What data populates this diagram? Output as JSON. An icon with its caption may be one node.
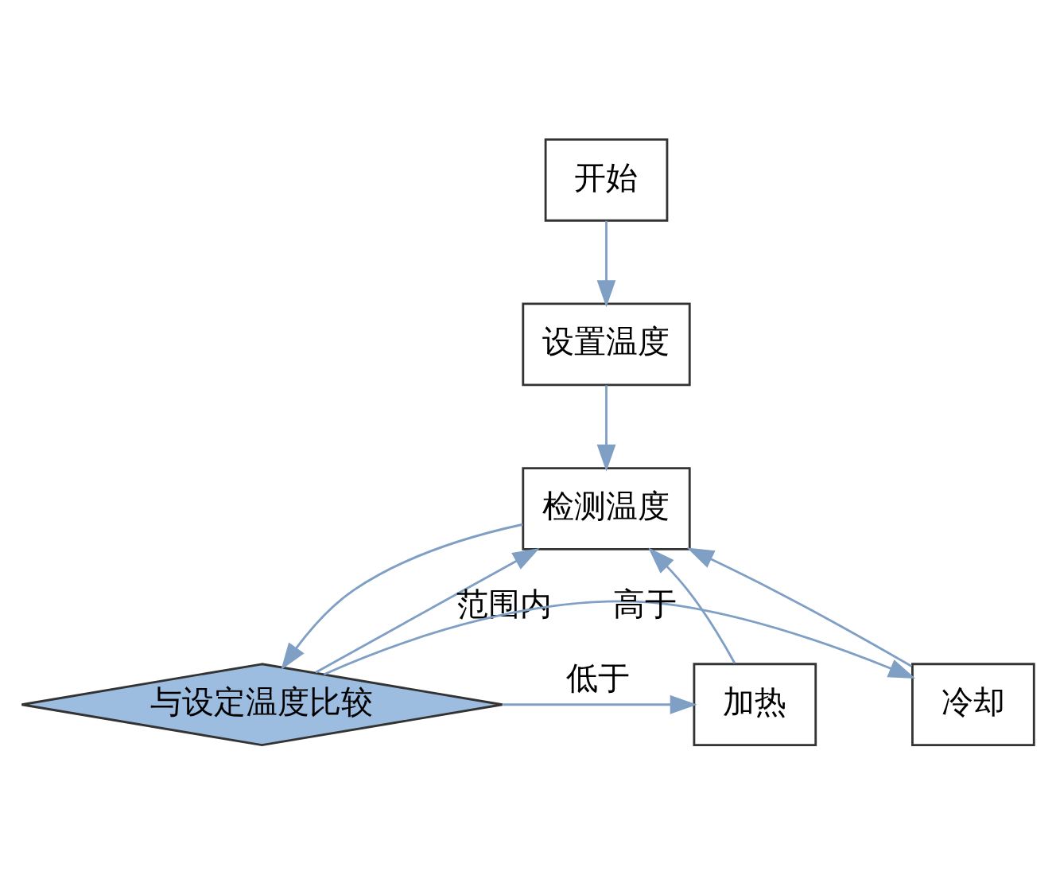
{
  "diagram": {
    "nodes": [
      {
        "text": [
          "开始"
        ]
      },
      {
        "text": [
          "设置温度"
        ]
      },
      {
        "text": [
          "检测温度"
        ]
      },
      {
        "text": [
          "加热"
        ]
      },
      {
        "text": [
          "与设定温度比较"
        ]
      },
      {
        "text": [
          "冷却"
        ]
      }
    ],
    "edges": [
      {
        "from": 0,
        "to": 1,
        "arrow": "to"
      },
      {
        "from": 1,
        "to": 2,
        "arrow": "to"
      },
      {
        "from": 2,
        "to": 4,
        "arrow": "to"
      },
      {
        "from": 4,
        "to": 3,
        "arrow": "to",
        "label": "低于"
      },
      {
        "from": 4,
        "to": 5,
        "arrow": "to",
        "label": "高于"
      },
      {
        "from": 3,
        "to": 2,
        "arrow": "to"
      },
      {
        "from": 5,
        "to": 2,
        "arrow": "to"
      },
      {
        "from": 4,
        "to": 2,
        "arrow": "to",
        "label": "范围内"
      }
    ]
  }
}
